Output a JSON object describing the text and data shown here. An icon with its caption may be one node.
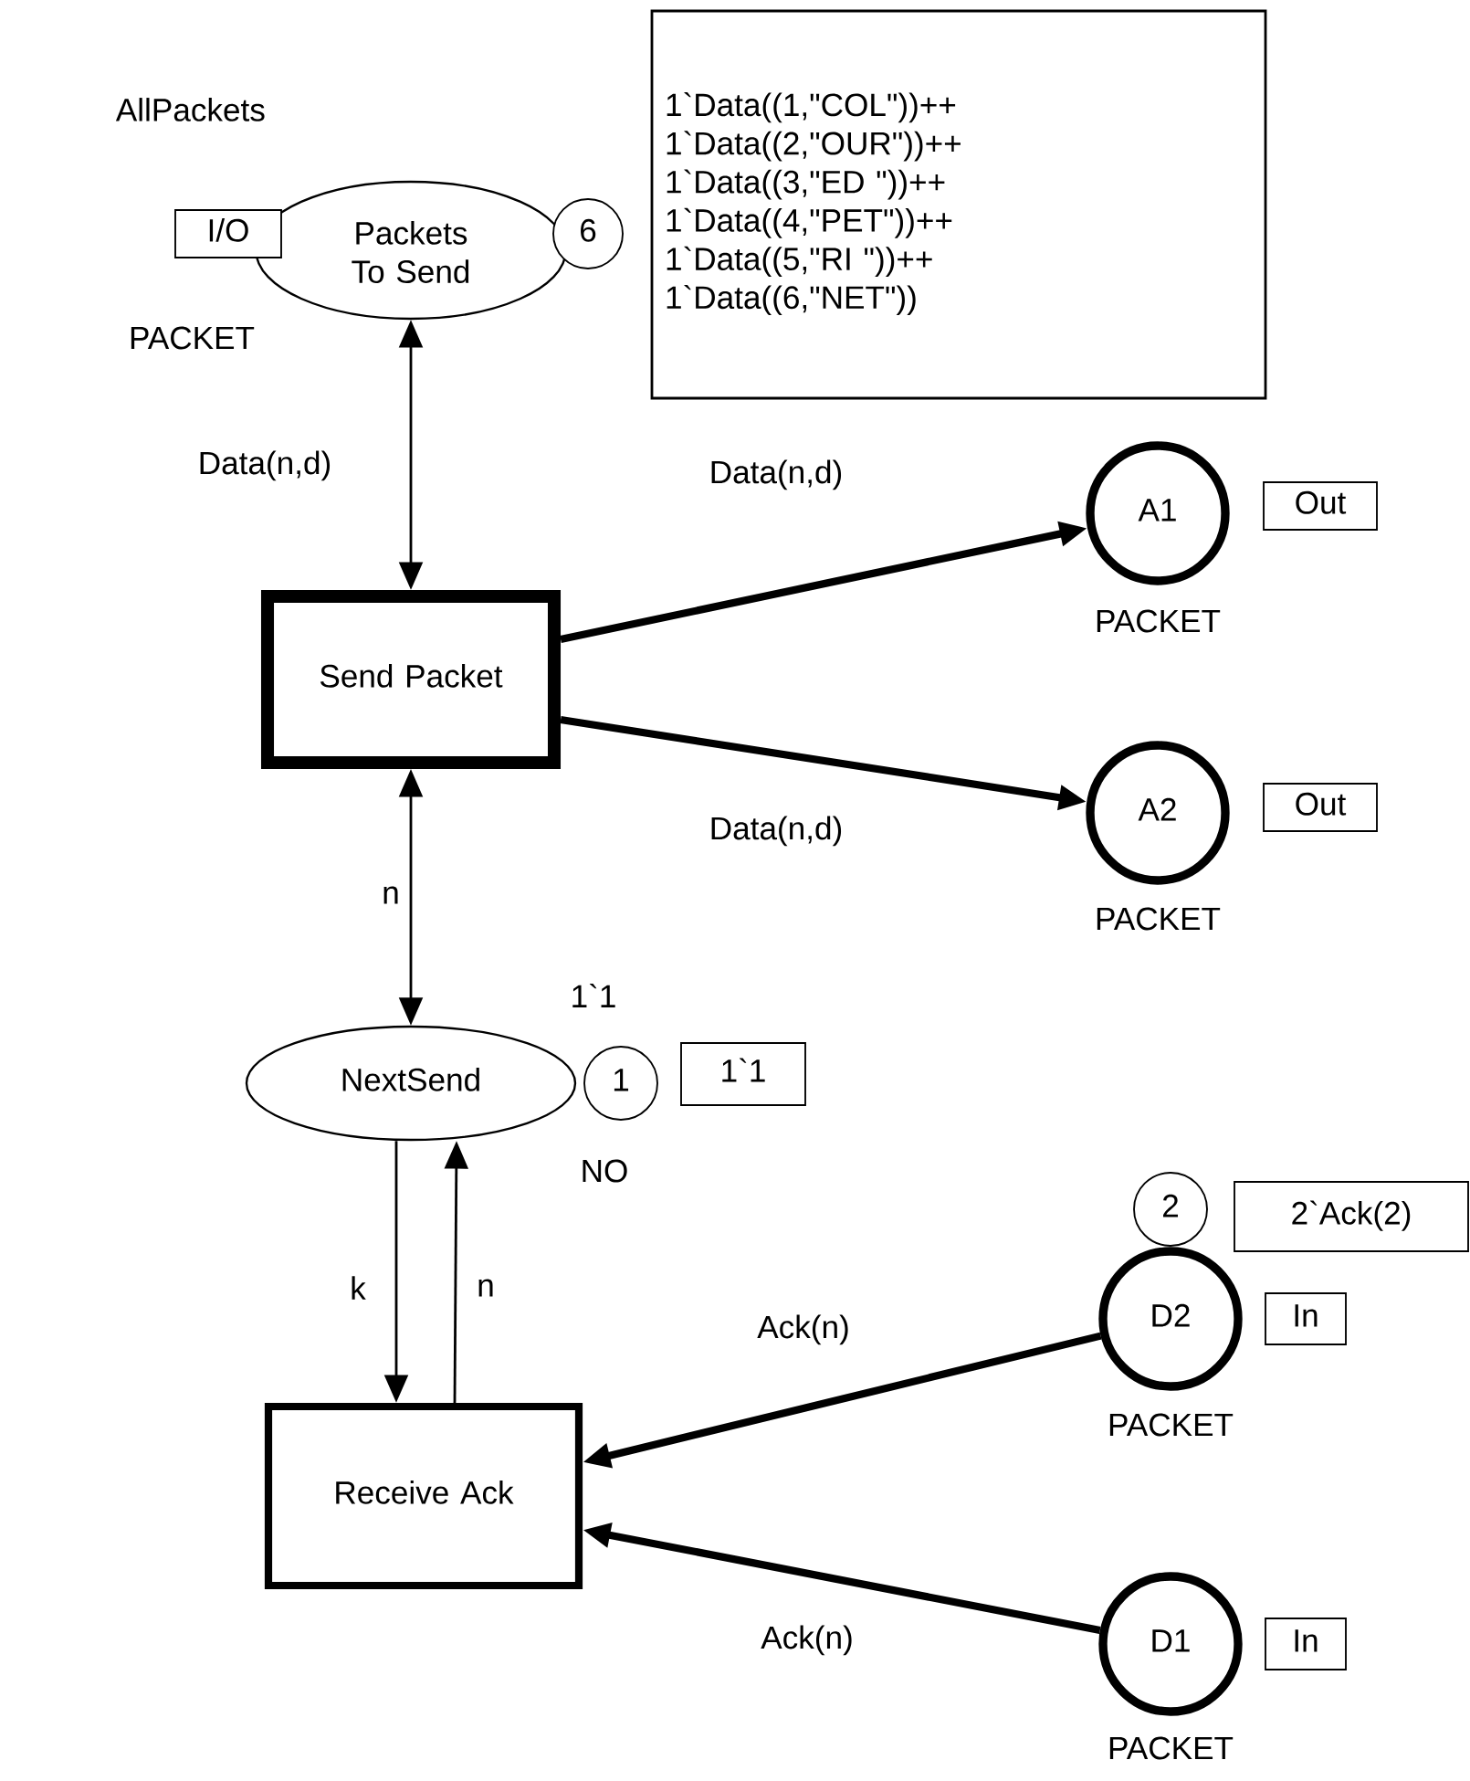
{
  "diagram": {
    "nodes": [
      {
        "text": [
          "Packets To Send"
        ],
        "beside": [
          "AllPackets",
          "PACKET"
        ]
      },
      {
        "text": [
          "6"
        ]
      },
      {
        "text": [
          "I/O"
        ]
      },
      {
        "text": [
          "1`Data((1,\"COL\"))++",
          "1`Data((2,\"OUR\"))++",
          "1`Data((3,\"ED \"))++",
          "1`Data((4,\"PET\"))++",
          "1`Data((5,\"RI  \"))++",
          "1`Data((6,\"NET\"))"
        ]
      },
      {
        "text": [
          "Send Packet"
        ]
      },
      {
        "text": [
          "A1"
        ],
        "beside": [
          "PACKET"
        ]
      },
      {
        "text": [
          "Out"
        ]
      },
      {
        "text": [
          "A2"
        ],
        "beside": [
          "PACKET"
        ]
      },
      {
        "text": [
          "Out"
        ]
      },
      {
        "text": [
          "NextSend"
        ],
        "beside": [
          "1`1",
          "NO"
        ]
      },
      {
        "text": [
          "1"
        ]
      },
      {
        "text": [
          "1`1"
        ]
      },
      {
        "text": [
          "Receive Ack"
        ]
      },
      {
        "text": [
          "D2"
        ],
        "beside": [
          "PACKET"
        ]
      },
      {
        "text": [
          "2"
        ]
      },
      {
        "text": [
          "2`Ack(2)"
        ]
      },
      {
        "text": [
          "In"
        ]
      },
      {
        "text": [
          "D1"
        ],
        "beside": [
          "PACKET"
        ]
      },
      {
        "text": [
          "In"
        ]
      }
    ],
    "edges": [
      {
        "from": 0,
        "to": 4,
        "arrow": "both",
        "label": "Data(n,d)"
      },
      {
        "from": 4,
        "to": 5,
        "arrow": "to",
        "label": "Data(n,d)",
        "style": "thick"
      },
      {
        "from": 4,
        "to": 7,
        "arrow": "to",
        "label": "Data(n,d)",
        "style": "thick"
      },
      {
        "from": 4,
        "to": 9,
        "arrow": "both",
        "label": "n"
      },
      {
        "from": 9,
        "to": 12,
        "arrow": "to",
        "label": "k"
      },
      {
        "from": 12,
        "to": 9,
        "arrow": "to",
        "label": "n"
      },
      {
        "from": 13,
        "to": 12,
        "arrow": "to",
        "label": "Ack(n)",
        "style": "thick"
      },
      {
        "from": 17,
        "to": 12,
        "arrow": "to",
        "label": "Ack(n)",
        "style": "thick"
      }
    ]
  }
}
